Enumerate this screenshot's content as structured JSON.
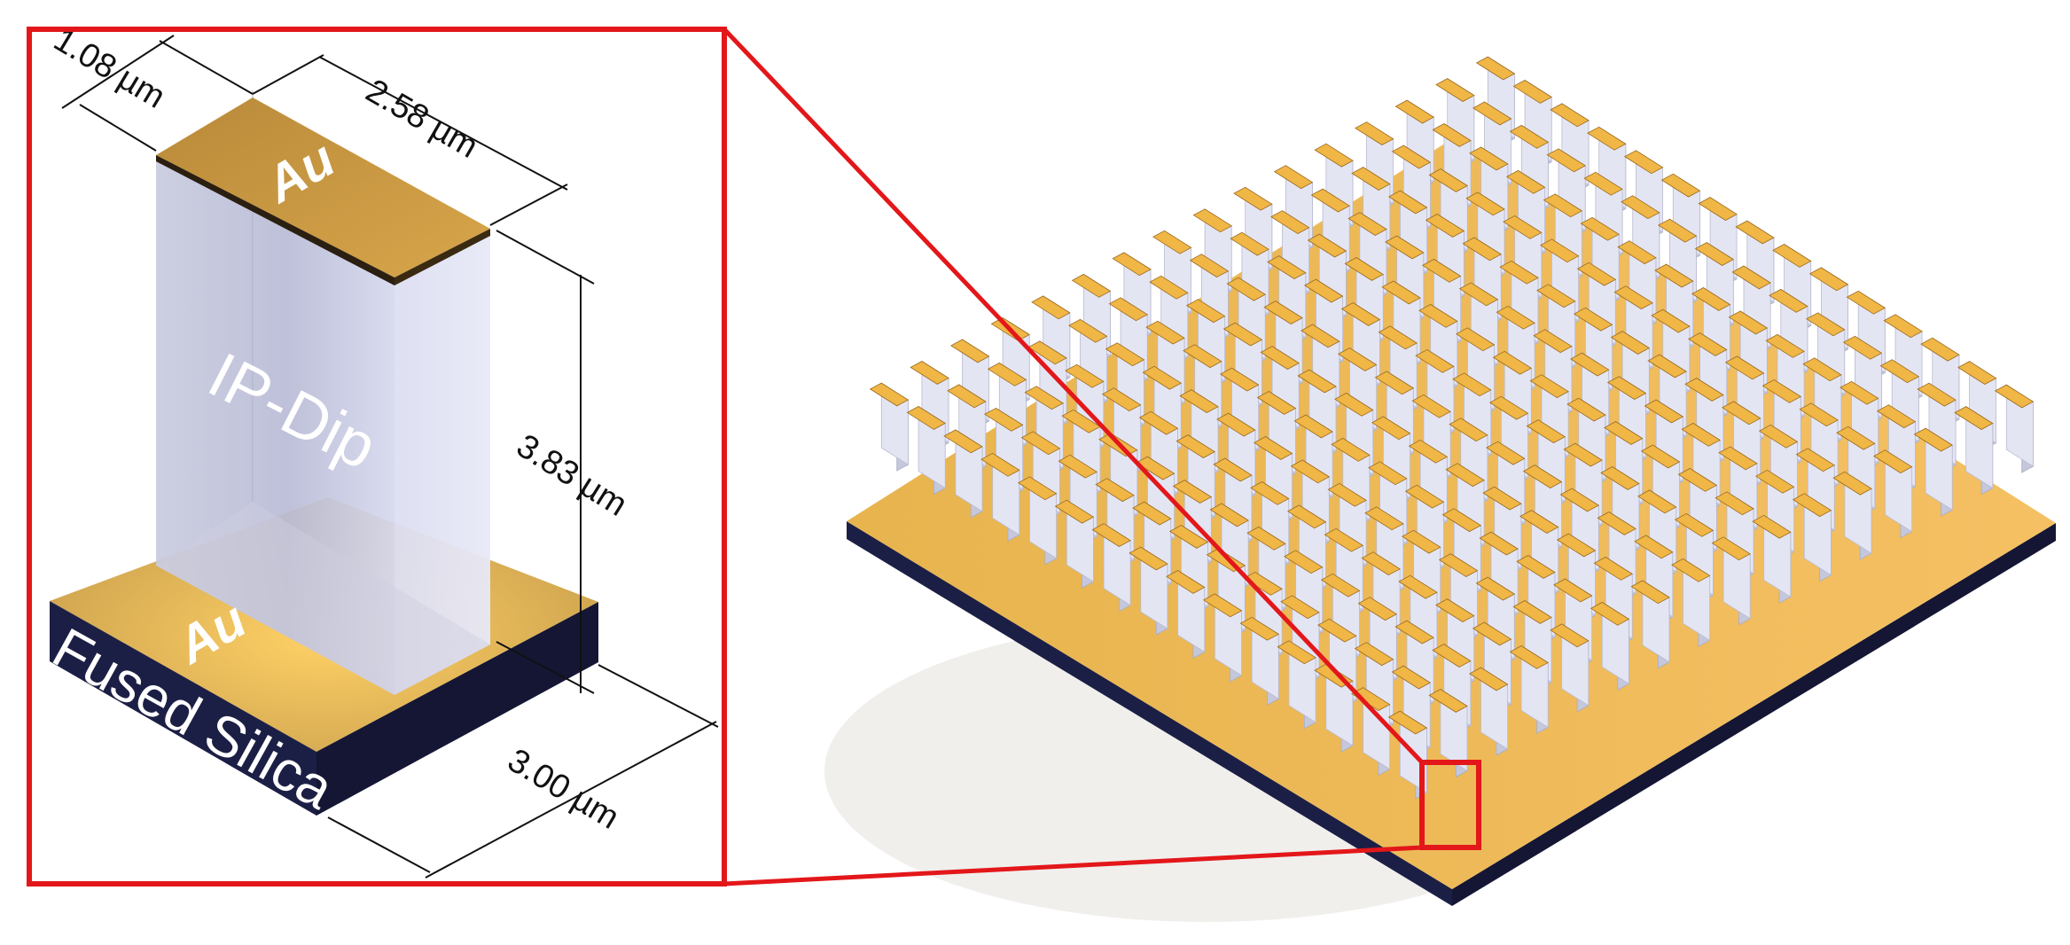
{
  "labels": {
    "au_top": "Au",
    "au_bottom": "Au",
    "pillar_material": "IP-Dip",
    "substrate_material": "Fused Silica"
  },
  "dimensions": {
    "width": "1.08 µm",
    "length": "2.58 µm",
    "height": "3.83 µm",
    "period": "3.00 µm"
  },
  "colors": {
    "gold": "#d9a842",
    "gold_light": "#f5c15b",
    "pillar": "#d2d4e6",
    "substrate": "#1c1f45",
    "callout": "#e3171a"
  },
  "array": {
    "rows": 15,
    "columns": 16
  }
}
